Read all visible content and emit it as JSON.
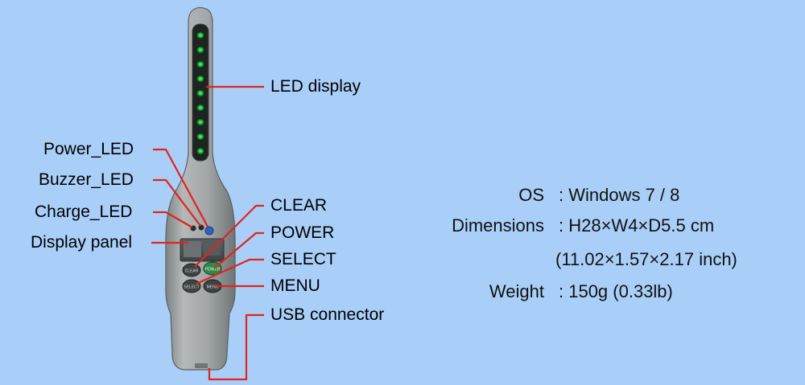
{
  "labels": {
    "led_display": "LED display",
    "power_led": "Power_LED",
    "buzzer_led": "Buzzer_LED",
    "charge_led": "Charge_LED",
    "display_panel": "Display panel",
    "clear": "CLEAR",
    "power": "POWER",
    "select": "SELECT",
    "menu": "MENU",
    "usb_connector": "USB connector"
  },
  "device": {
    "led_count": 9,
    "led_color": "#21c43a",
    "body_color": "#9fa4a5",
    "button_labels": [
      "CLEAR",
      "POWER",
      "SELECT",
      "MENU"
    ]
  },
  "specs": {
    "os": {
      "key": "OS",
      "value": ": Windows 7 / 8"
    },
    "dimensions": {
      "key": "Dimensions",
      "value": ": H28×W4×D5.5 cm",
      "value2": "(11.02×1.57×2.17 inch)"
    },
    "weight": {
      "key": "Weight",
      "value": ": 150g (0.33lb)"
    }
  },
  "colors": {
    "background": "#a9cff8",
    "leader_line": "#e2241d"
  }
}
